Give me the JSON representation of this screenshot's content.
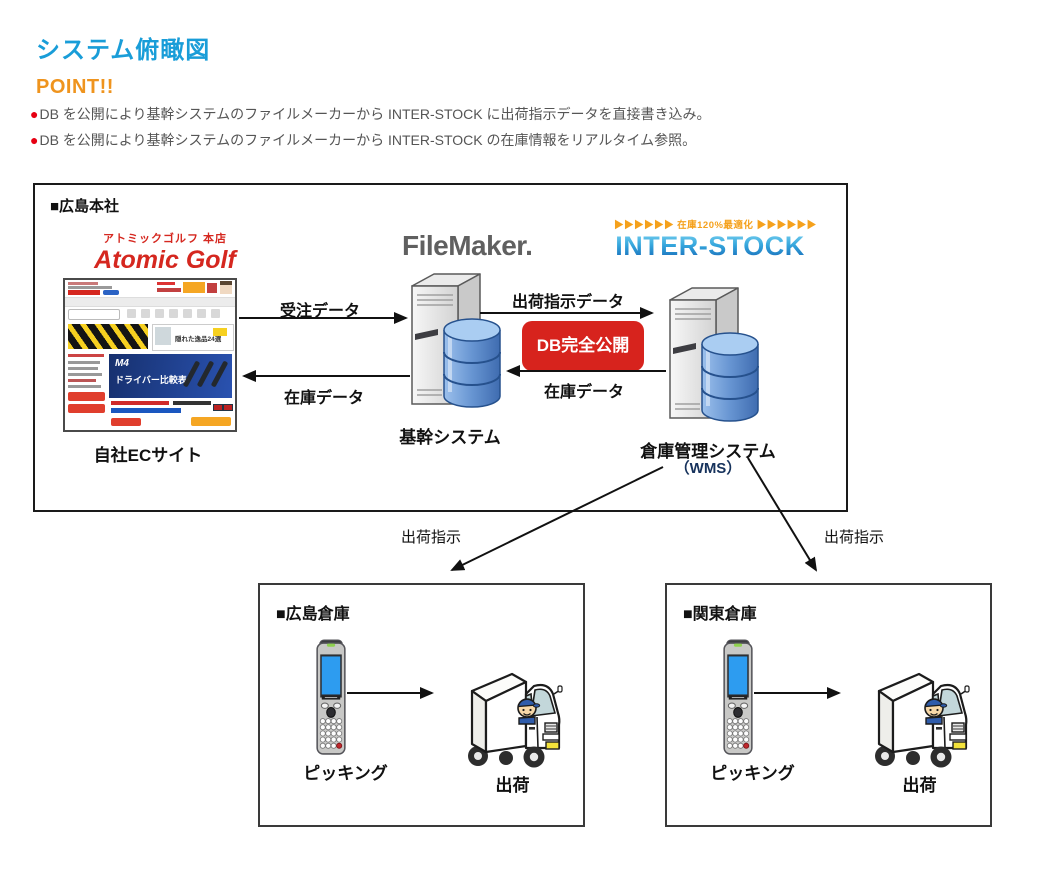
{
  "page": {
    "title": "システム俯瞰図",
    "point_heading": "POINT!!",
    "bullet_marker": "●",
    "bullets": [
      "DB を公開により基幹システムのファイルメーカーから INTER-STOCK に出荷指示データを直接書き込み。",
      "DB を公開により基幹システムのファイルメーカーから INTER-STOCK の在庫情報をリアルタイム参照。"
    ]
  },
  "colors": {
    "title_blue": "#199dd8",
    "point_orange": "#ef941e",
    "bullet_red": "#e60012",
    "db_badge_red": "#d7231d",
    "atomic_red": "#d5271f",
    "interstock_orange": "#f5a11c",
    "interstock_blue": "#1e78c8"
  },
  "hq": {
    "label": "■広島本社",
    "ec_site": {
      "logo_top": "アトミックゴルフ 本店",
      "logo_main": "Atomic Golf",
      "promo_banner": "隠れた逸品24選",
      "hero_badge": "M4",
      "hero_text": "ドライバー比較表",
      "caption": "自社ECサイト"
    },
    "core": {
      "logo": "FileMaker.",
      "caption": "基幹システム"
    },
    "wms": {
      "tagline": "▶▶▶▶▶▶ 在庫120%最適化 ▶▶▶▶▶▶",
      "logo": "INTER-STOCK",
      "caption": "倉庫管理システム",
      "caption_sub": "（WMS）"
    },
    "flows": {
      "order": "受注データ",
      "stock_to_ec": "在庫データ",
      "ship_instruction": "出荷指示データ",
      "db_badge": "DB完全公開",
      "stock_to_core": "在庫データ"
    }
  },
  "dispatch": {
    "left": "出荷指示",
    "right": "出荷指示"
  },
  "warehouses": [
    {
      "name": "■広島倉庫",
      "picking_label": "ピッキング",
      "shipping_label": "出荷"
    },
    {
      "name": "■関東倉庫",
      "picking_label": "ピッキング",
      "shipping_label": "出荷"
    }
  ]
}
